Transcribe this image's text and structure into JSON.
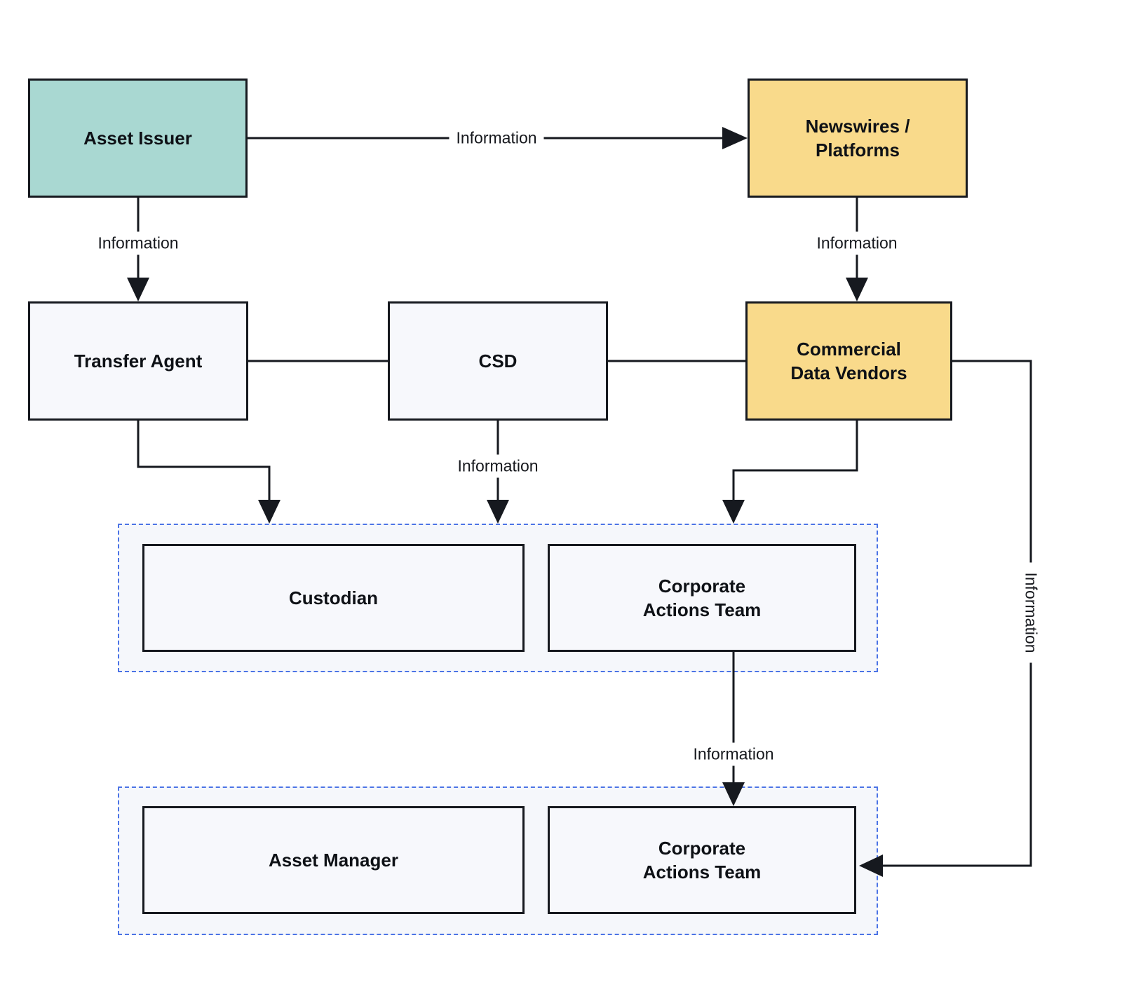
{
  "diagram_type": "flowchart",
  "colors": {
    "issuer_fill": "#A9D8D2",
    "vendor_fill": "#F9DA8B",
    "node_fill": "#F7F8FC",
    "group_fill": "#F5F7FB",
    "group_border": "#4C74E6",
    "line": "#16191F",
    "text": "#0E1116"
  },
  "nodes": {
    "asset_issuer": {
      "label": "Asset Issuer"
    },
    "newswires_platforms": {
      "label": "Newswires /\nPlatforms"
    },
    "transfer_agent": {
      "label": "Transfer Agent"
    },
    "csd": {
      "label": "CSD"
    },
    "commercial_data_vendors": {
      "label": "Commercial\nData Vendors"
    },
    "custodian": {
      "label": "Custodian"
    },
    "corporate_actions_team_custodian": {
      "label": "Corporate\nActions Team"
    },
    "asset_manager": {
      "label": "Asset Manager"
    },
    "corporate_actions_team_asset_manager": {
      "label": "Corporate\nActions Team"
    }
  },
  "edge_labels": {
    "asset_issuer_to_newswires": "Information",
    "asset_issuer_to_transfer_agent": "Information",
    "newswires_to_commercial_data_vendors": "Information",
    "csd_to_custodian_group": "Information",
    "corporate_actions_to_corporate_actions": "Information",
    "commercial_data_vendors_to_corporate_actions": "Information"
  }
}
